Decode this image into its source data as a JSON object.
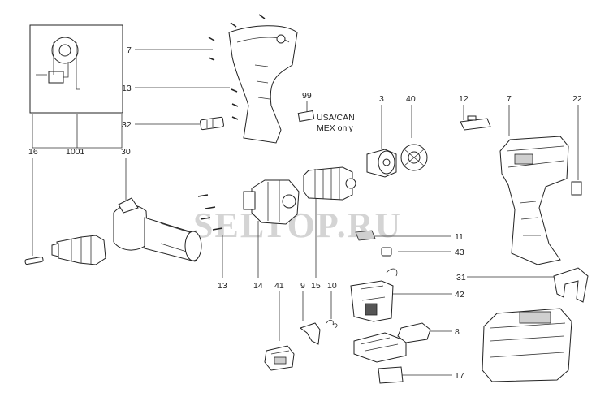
{
  "watermark": "SELTOP.RU",
  "callouts": [
    {
      "id": "c7a",
      "text": "7"
    },
    {
      "id": "c13a",
      "text": "13"
    },
    {
      "id": "c32",
      "text": "32"
    },
    {
      "id": "c16",
      "text": "16"
    },
    {
      "id": "c1001",
      "text": "1001"
    },
    {
      "id": "c30",
      "text": "30"
    },
    {
      "id": "c99",
      "text": "99"
    },
    {
      "id": "c3",
      "text": "3"
    },
    {
      "id": "c40",
      "text": "40"
    },
    {
      "id": "c12",
      "text": "12"
    },
    {
      "id": "c7b",
      "text": "7"
    },
    {
      "id": "c22",
      "text": "22"
    },
    {
      "id": "c11",
      "text": "11"
    },
    {
      "id": "c43",
      "text": "43"
    },
    {
      "id": "c13b",
      "text": "13"
    },
    {
      "id": "c14",
      "text": "14"
    },
    {
      "id": "c41",
      "text": "41"
    },
    {
      "id": "c9",
      "text": "9"
    },
    {
      "id": "c15",
      "text": "15"
    },
    {
      "id": "c10",
      "text": "10"
    },
    {
      "id": "c31",
      "text": "31"
    },
    {
      "id": "c42",
      "text": "42"
    },
    {
      "id": "c8",
      "text": "8"
    },
    {
      "id": "c17",
      "text": "17"
    }
  ],
  "note": {
    "line1": "USA/CAN",
    "line2": "MEX only"
  }
}
